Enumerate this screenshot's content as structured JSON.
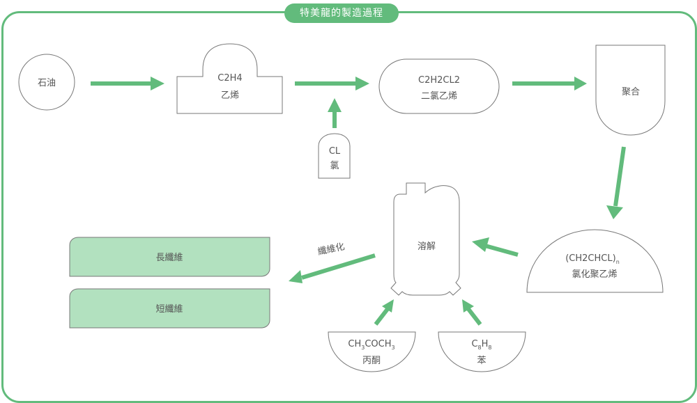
{
  "title": "特美龍的製造過程",
  "colors": {
    "accent": "#62bb7c",
    "fiber_fill": "#b2e1bf",
    "outline": "#777777",
    "text": "#555555"
  },
  "nodes": {
    "petroleum": {
      "label": "石油"
    },
    "ethylene": {
      "formula": "C2H4",
      "label": "乙烯"
    },
    "chlorine": {
      "formula": "CL",
      "label": "氯"
    },
    "dichloroethylene": {
      "formula": "C2H2CL2",
      "label": "二氯乙烯"
    },
    "polymerization": {
      "label": "聚合"
    },
    "pvc": {
      "formula": "(CH2CHCL)",
      "formula_sub": "n",
      "label": "氯化聚乙烯"
    },
    "dissolve": {
      "label": "溶解"
    },
    "acetone": {
      "formula_parts": [
        "CH",
        "3",
        "COCH",
        "3"
      ],
      "label": "丙酮"
    },
    "benzene": {
      "formula_parts": [
        "C",
        "8",
        "H",
        "8"
      ],
      "label": "苯"
    },
    "long_fiber": {
      "label": "長纖維"
    },
    "short_fiber": {
      "label": "短纖維"
    }
  },
  "edges": {
    "fiberization_label": "纖維化"
  }
}
